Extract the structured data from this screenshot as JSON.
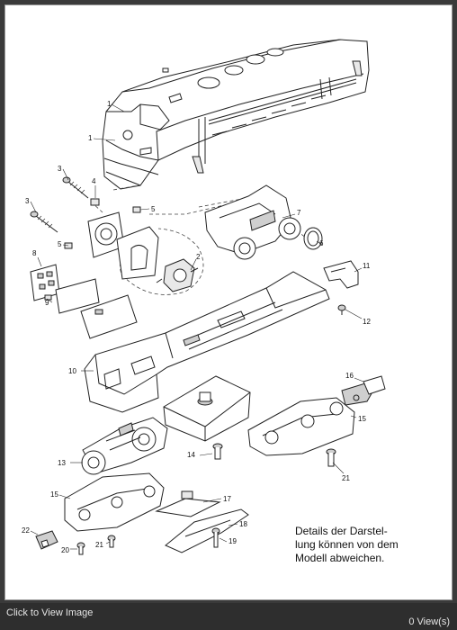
{
  "diagram": {
    "callouts": [
      "1",
      "1",
      "3",
      "4",
      "5",
      "3",
      "5",
      "7",
      "6",
      "8",
      "2",
      "9",
      "11",
      "12",
      "10",
      "16",
      "15",
      "13",
      "14",
      "21",
      "15",
      "17",
      "18",
      "22",
      "21",
      "20",
      "19"
    ],
    "note": "Details der Darstel-\nlung können von dem\nModell abweichen."
  },
  "footer": {
    "click_label": "Click to View Image",
    "views": "0 View(s)"
  }
}
